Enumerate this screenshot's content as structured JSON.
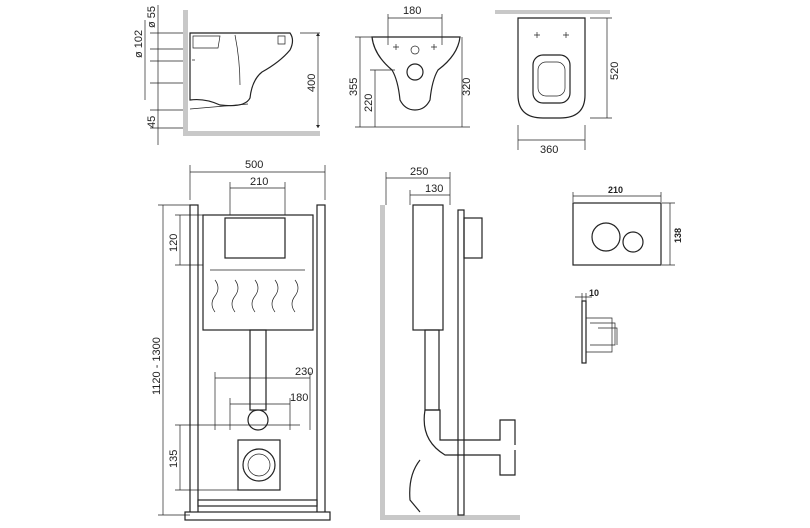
{
  "side_view_bowl": {
    "dim_outlet_small": "ø 55",
    "dim_outlet_large": "ø 102",
    "dim_height": "400",
    "dim_bottom": "45"
  },
  "front_view_bowl": {
    "dim_holes": "180",
    "dim_total": "355",
    "dim_outlet": "220",
    "dim_rim": "320"
  },
  "top_view_bowl": {
    "dim_length": "520",
    "dim_width": "360"
  },
  "frame_front": {
    "dim_width": "500",
    "dim_cistern": "210",
    "dim_top": "120",
    "dim_height": "1120 - 1300",
    "dim_studs_outer": "230",
    "dim_studs_inner": "180",
    "dim_outlet_height": "135"
  },
  "frame_side": {
    "dim_depth": "250",
    "dim_depth_inner": "130"
  },
  "flush_plate": {
    "dim_width": "210",
    "dim_height": "138",
    "dim_thickness": "10"
  }
}
